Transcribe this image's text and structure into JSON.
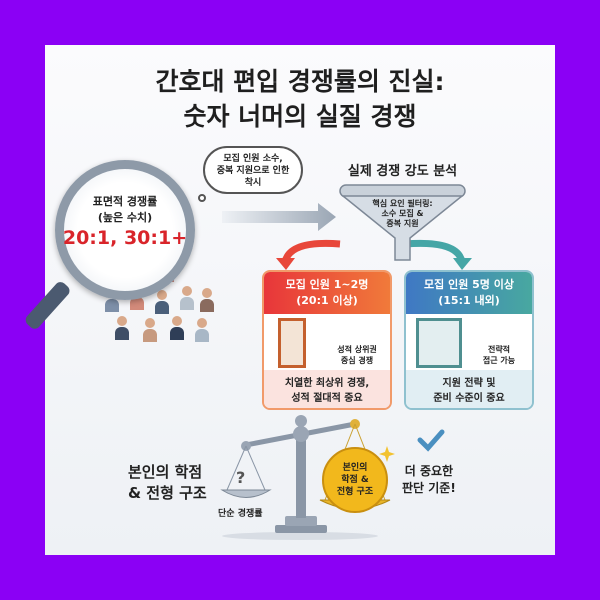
{
  "title": {
    "line1": "간호대 편입 경쟁률의 진실:",
    "line2": "숫자 너머의 실질 경쟁"
  },
  "magnifier": {
    "label1": "표면적 경쟁률",
    "label2": "(높은 수치)",
    "ratio": "20:1, 30:1+"
  },
  "thought_bubble": {
    "line1": "모집 인원 소수,",
    "line2": "중복 지원으로 인한",
    "line3": "착시"
  },
  "funnel": {
    "title": "실제 경쟁 강도 분석",
    "line1": "핵심 요인 필터링:",
    "line2": "소수 모집 &",
    "line3": "중복 지원"
  },
  "left_box": {
    "header1": "모집 인원 1~2명",
    "header2": "(20:1 이상)",
    "gauge1": "성적 상위권",
    "gauge2": "중심 경쟁",
    "footer1": "치열한 최상위 경쟁,",
    "footer2": "성적 절대적 중요",
    "color": "#e8473a"
  },
  "right_box": {
    "header1": "모집 인원 5명 이상",
    "header2": "(15:1 내외)",
    "gauge1": "전략적",
    "gauge2": "접근 가능",
    "footer1": "지원 전략 및",
    "footer2": "준비 수준이 중요",
    "color": "#3f86c4"
  },
  "scale": {
    "left_label1": "본인의 학점",
    "left_label2": "& 전형 구조",
    "left_pan_symbol": "?",
    "left_pan_caption": "단순 경쟁률",
    "coin1": "본인의",
    "coin2": "학점 &",
    "coin3": "전형 구조",
    "right_label1": "더 중요한",
    "right_label2": "판단 기준!"
  },
  "colors": {
    "border": "#8b00f5",
    "red": "#e8473a",
    "blue": "#3f86c4",
    "teal": "#45a6a6",
    "gold": "#f2b81c"
  }
}
